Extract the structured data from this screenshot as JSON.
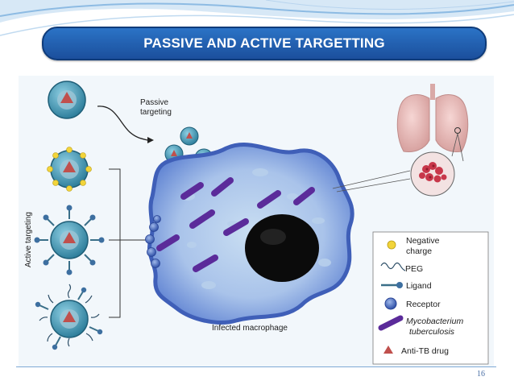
{
  "slide": {
    "title": "PASSIVE AND ACTIVE TARGETTING",
    "page_number": "16"
  },
  "diagram": {
    "passive_label_line1": "Passive",
    "passive_label_line2": "targeting",
    "active_label": "Active targeting",
    "cell_label": "Infected macrophage",
    "legend": {
      "negative_charge_line1": "Negative",
      "negative_charge_line2": "charge",
      "peg": "PEG",
      "ligand": "Ligand",
      "receptor": "Receptor",
      "mycobacterium_line1": "Mycobacterium",
      "mycobacterium_line2": "tuberculosis",
      "anti_tb_drug": "Anti-TB drug"
    },
    "colors": {
      "title_fill": "#1e5aa8",
      "nanoparticle": "#4a9ab4",
      "macrophage": "#5f7fd0",
      "nucleus": "#0b0b0b",
      "bacterium": "#5b2b9a",
      "drug": "#c0504d",
      "negative_charge": "#f2d43a",
      "receptor": "#3d5fb8",
      "lung": "#e7b7b4"
    }
  }
}
